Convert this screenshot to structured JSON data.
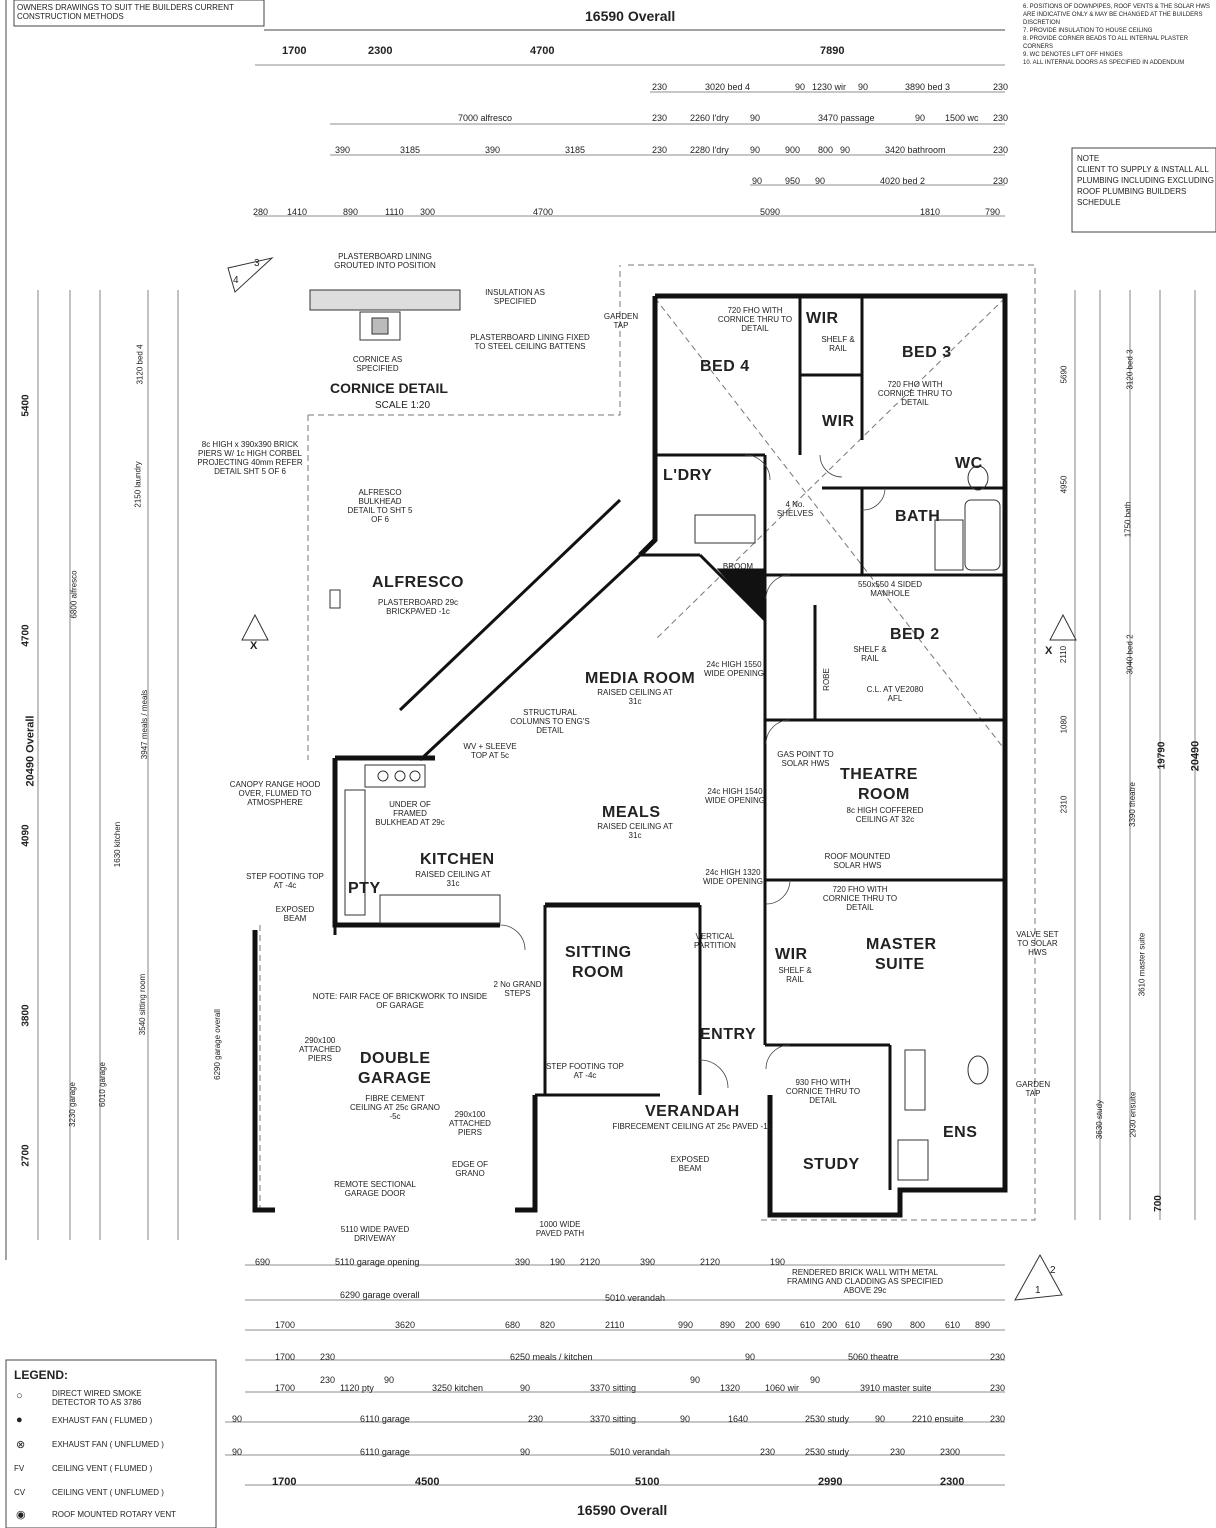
{
  "header": {
    "top_left_note": "OWNERS DRAWINGS TO SUIT THE BUILDERS CURRENT CONSTRUCTION METHODS",
    "overall_top": "16590 Overall",
    "overall_bottom": "16590 Overall",
    "overall_left": "20490 Overall",
    "overall_right": "20490",
    "right_notes": "6. POSITIONS OF DOWNPIPES, ROOF VENTS & THE SOLAR HWS ARE INDICATIVE ONLY & MAY BE CHANGED AT THE BUILDERS DISCRETION\n7. PROVIDE INSULATION TO HOUSE CEILING\n8. PROVIDE CORNER BEADS TO ALL INTERNAL PLASTER CORNERS\n9. WC DENOTES LIFT OFF HINGES\n10. ALL INTERNAL DOORS AS SPECIFIED IN ADDENDUM",
    "client_note": "NOTE\nCLIENT TO SUPPLY & INSTALL ALL PLUMBING INCLUDING EXCLUDING ROOF PLUMBING BUILDERS SCHEDULE"
  },
  "top_dimensions": {
    "row1": [
      "1700",
      "2300",
      "4700",
      "7890"
    ],
    "row2": [
      "230",
      "3020 bed 4",
      "90",
      "1230 wir",
      "90",
      "3890 bed 3",
      "230"
    ],
    "row3": [
      "7000 alfresco",
      "230",
      "2260 l'dry",
      "90",
      "3470 passage",
      "90",
      "1500 wc",
      "230"
    ],
    "row4": [
      "390",
      "3185",
      "390",
      "3185",
      "230",
      "2280 l'dry",
      "90",
      "900",
      "800",
      "90",
      "3420 bathroom",
      "230"
    ],
    "row5": [
      "90",
      "950",
      "90",
      "4020 bed 2",
      "230"
    ],
    "row6": [
      "280",
      "1410",
      "890",
      "1110",
      "300",
      "4700",
      "5090",
      "1810",
      "790"
    ]
  },
  "rooms": {
    "bed4": "BED 4",
    "bed3": "BED 3",
    "wir1": "WIR",
    "wir2": "WIR",
    "ldry": "L'DRY",
    "wc": "WC",
    "bath": "BATH",
    "alfresco": "ALFRESCO",
    "media": "MEDIA ROOM",
    "bed2": "BED 2",
    "theatre1": "THEATRE",
    "theatre2": "ROOM",
    "meals": "MEALS",
    "kitchen": "KITCHEN",
    "pty": "PTY",
    "sitting1": "SITTING",
    "sitting2": "ROOM",
    "master1": "MASTER",
    "master2": "SUITE",
    "wir3": "WIR",
    "entry": "ENTRY",
    "garage1": "DOUBLE",
    "garage2": "GARAGE",
    "verandah": "VERANDAH",
    "study": "STUDY",
    "ens": "ENS",
    "robe": "ROBE"
  },
  "notes": {
    "cornice_title": "CORNICE DETAIL",
    "cornice_scale": "SCALE 1:20",
    "plasterboard_top": "PLASTERBOARD LINING GROUTED INTO POSITION",
    "insulation": "INSULATION AS SPECIFIED",
    "plasterboard_fixed": "PLASTERBOARD LINING FIXED TO STEEL CEILING BATTENS",
    "cornice_as": "CORNICE AS SPECIFIED",
    "alfresco_sub": "PLASTERBOARD 29c BRICKPAVED -1c",
    "alfresco_bulkhead": "ALFRESCO BULKHEAD DETAIL TO SHT 5 OF 6",
    "piers": "8c HIGH x 390x390 BRICK PIERS W/ 1c HIGH CORBEL PROJECTING 40mm REFER DETAIL SHT 5 OF 6",
    "media_sub": "RAISED CEILING AT 31c",
    "structural": "STRUCTURAL COLUMNS TO ENG'S DETAIL",
    "wv_sleeve": "WV + SLEEVE TOP AT 5c",
    "meals_sub": "RAISED CEILING AT 31c",
    "kitchen_sub": "RAISED CEILING AT 31c",
    "opening_1": "24c HIGH 1540 WIDE OPENING",
    "opening_2": "24c HIGH 1320 WIDE OPENING",
    "opening_3": "24c HIGH 1550 WIDE OPENING",
    "theatre_sub": "8c HIGH COFFERED CEILING AT 32c",
    "solar": "ROOF MOUNTED SOLAR HWS",
    "gas_point": "GAS POINT TO SOLAR HWS",
    "fair_face": "NOTE: FAIR FACE OF BRICKWORK TO INSIDE OF GARAGE",
    "garage_sub": "FIBRE CEMENT CEILING AT 25c GRANO -5c",
    "attached_piers": "290x100 ATTACHED PIERS",
    "edge_grano": "EDGE OF GRANO",
    "remote_door": "REMOTE SECTIONAL GARAGE DOOR",
    "driveway": "5110 WIDE PAVED DRIVEWAY",
    "verandah_sub": "FIBRECEMENT CEILING AT 25c PAVED -1c",
    "exposed_beam": "EXPOSED BEAM",
    "paved_path": "1000 WIDE PAVED PATH",
    "step_footing": "STEP FOOTING TOP AT -4c",
    "vertical_partition": "VERTICAL PARTITION",
    "grand_steps": "2 No GRAND STEPS",
    "rendered_wall": "RENDERED BRICK WALL WITH METAL FRAMING AND CLADDING AS SPECIFIED ABOVE 29c",
    "garden_tap": "GARDEN TAP",
    "valve": "VALVE SET TO SOLAR HWS",
    "canopy": "CANOPY RANGE HOOD OVER, FLUMED TO ATMOSPHERE",
    "bulkhead": "UNDER OF FRAMED BULKHEAD AT 29c",
    "shelf_rail": "SHELF & RAIL",
    "four_sided": "550x550 4 SIDED MANHOLE",
    "cl_at": "C.L. AT VE2080 AFL",
    "broom": "BROOM",
    "shelves": "4 No. SHELVES",
    "cornice_thru": "720 FHO WITH CORNICE THRU TO DETAIL",
    "study_cornice": "930 FHO WITH CORNICE THRU TO DETAIL"
  },
  "bottom_dimensions": {
    "row1": [
      "690",
      "5110 garage opening",
      "390",
      "190",
      "2120",
      "390",
      "2120",
      "190"
    ],
    "row2": [
      "6290 garage overall",
      "5010 verandah"
    ],
    "row3": [
      "1700",
      "3620",
      "680",
      "820",
      "2110",
      "990",
      "890",
      "200",
      "690",
      "610",
      "200",
      "610",
      "690",
      "800",
      "610",
      "890"
    ],
    "row4": [
      "1700",
      "230",
      "6250 meals / kitchen",
      "90",
      "5060 theatre",
      "230"
    ],
    "row5": [
      "1700",
      "230",
      "90",
      "1120 pty",
      "3250 kitchen",
      "90",
      "3370 sitting",
      "90",
      "1320",
      "1060 wir",
      "90",
      "3910 master suite",
      "230"
    ],
    "row6": [
      "90",
      "6110 garage",
      "230",
      "3370 sitting",
      "90",
      "1640",
      "2530 study",
      "90",
      "2210 ensuite",
      "230"
    ],
    "row7": [
      "90",
      "6110 garage",
      "90",
      "5010 verandah",
      "230",
      "2530 study",
      "230",
      "2300"
    ],
    "row8": [
      "1700",
      "4500",
      "5100",
      "2990",
      "2300"
    ]
  },
  "left_dimensions": [
    "5400",
    "4700",
    "4090",
    "3800",
    "2700",
    "6800 alfresco",
    "3120 bed 4",
    "2150 laundry",
    "3947 meals / meals",
    "1630 kitchen",
    "3540 sitting room",
    "6010 garage",
    "6290 garage overall",
    "3230 garage"
  ],
  "right_dimensions": [
    "5690",
    "4950",
    "2110",
    "1080",
    "2310",
    "3610 master suite",
    "3630 study",
    "2930 ensuite",
    "3120 bed 3",
    "1750 bath",
    "3040 bed 2",
    "3390 theatre",
    "19790",
    "700"
  ],
  "legend": {
    "title": "LEGEND:",
    "items": [
      "DIRECT WIRED SMOKE DETECTOR TO AS 3786",
      "EXHAUST FAN ( FLUMED )",
      "EXHAUST FAN ( UNFLUMED )",
      "CEILING VENT ( FLUMED )",
      "CEILING VENT ( UNFLUMED )",
      "ROOF MOUNTED ROTARY VENT"
    ],
    "symbols": [
      "○",
      "●",
      "⊗",
      "FV",
      "CV",
      "◉"
    ]
  },
  "markers": {
    "section_x": "X",
    "section_num_4": "4",
    "section_num_3": "3",
    "section_num_1": "1",
    "section_num_2": "2"
  }
}
